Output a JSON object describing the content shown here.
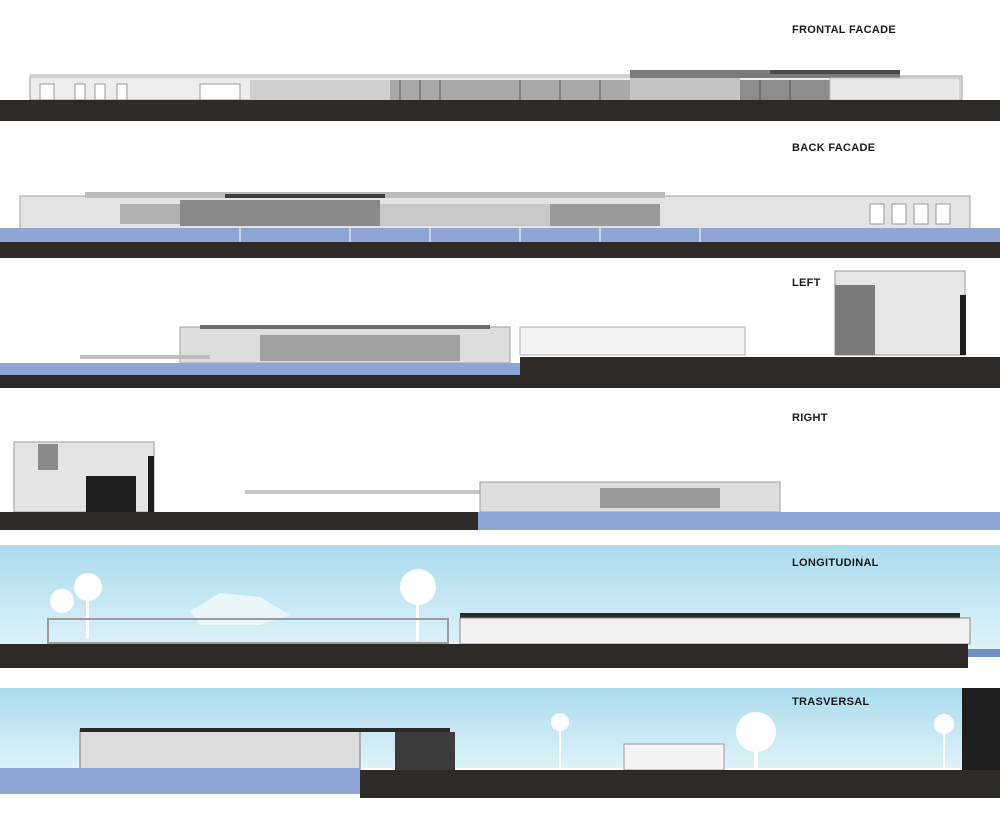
{
  "drawings": [
    {
      "id": "frontal",
      "label": "FRONTAL FACADE"
    },
    {
      "id": "back",
      "label": "BACK FACADE"
    },
    {
      "id": "left",
      "label": "LEFT"
    },
    {
      "id": "right",
      "label": "RIGHT"
    },
    {
      "id": "longitudinal",
      "label": "LONGITUDINAL"
    },
    {
      "id": "trasversal",
      "label": "TRASVERSAL"
    }
  ],
  "colors": {
    "ground": "#2e2a28",
    "water": "#8ea5d6",
    "sky_top": "#a9dcec",
    "sky_bottom": "#dff2f8",
    "building_light": "#e6e6e6",
    "building_mid": "#b4b4b4",
    "building_dark": "#1e1e1e",
    "glass_blue": "#6f8fc9"
  }
}
